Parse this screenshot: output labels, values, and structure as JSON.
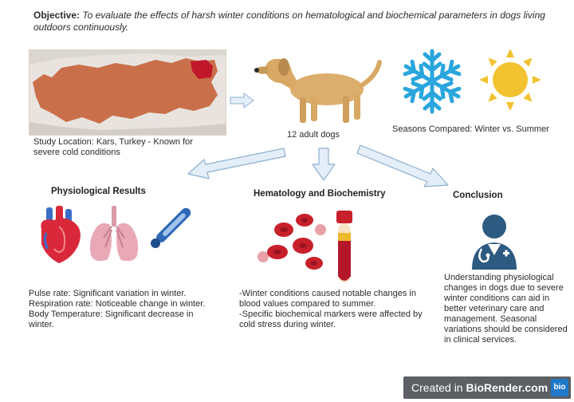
{
  "objective": {
    "label": "Objective:",
    "text": "To evaluate the effects of harsh winter conditions on hematological and biochemical parameters in dogs living outdoors continuously."
  },
  "study_location": "Study Location: Kars, Turkey - Known for severe cold conditions",
  "subjects": "12 adult  dogs",
  "seasons": "Seasons Compared: Winter vs. Summer",
  "sections": {
    "physiological": {
      "title": "Physiological Results",
      "lines": [
        "Pulse rate: Significant variation in winter.",
        "Respiration rate: Noticeable change in winter.",
        "Body Temperature: Significant decrease in winter."
      ]
    },
    "hematology": {
      "title": "Hematology and Biochemistry",
      "lines": [
        "-Winter conditions caused notable changes in blood values compared to summer.",
        "-Specific biochemical markers were affected by cold stress during winter."
      ]
    },
    "conclusion": {
      "title": "Conclusion",
      "text": "Understanding physiological changes in dogs due to severe winter conditions can aid in better veterinary care and management. Seasonal variations should be considered in clinical services."
    }
  },
  "watermark": {
    "prefix": "Created in ",
    "brand": "BioRender.com",
    "logo": "bio"
  },
  "colors": {
    "map_land": "#c9704a",
    "map_highlight": "#c0182a",
    "arrow_fill": "#e3eef8",
    "arrow_stroke": "#8fb0cf",
    "snowflake": "#29a6dd",
    "sun": "#f2c230",
    "dog": "#dcae6e",
    "blood": "#c8202a",
    "doctor": "#2d5a80"
  }
}
